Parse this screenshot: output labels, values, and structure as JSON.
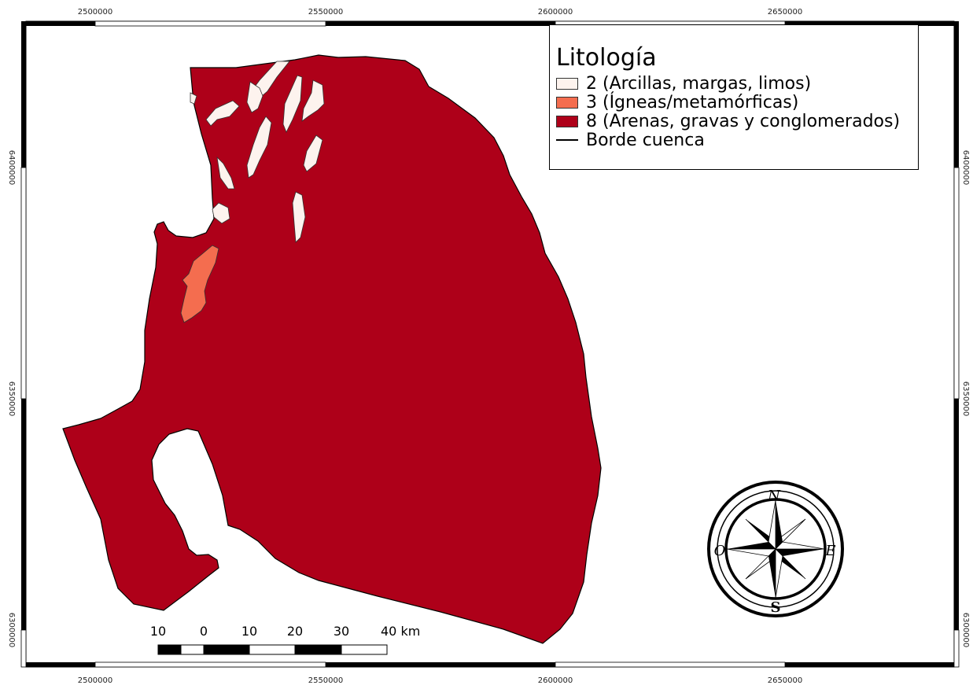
{
  "legend": {
    "title": "Litología",
    "items": [
      {
        "label": "2 (Arcillas, margas, limos)",
        "color": "#fdf3ee"
      },
      {
        "label": "3 (Ígneas/metamórficas)",
        "color": "#f46d4f"
      },
      {
        "label": "8 (Arenas, gravas y conglomerados)",
        "color": "#ae0019"
      },
      {
        "label": "Borde cuenca",
        "color": "#000000"
      }
    ]
  },
  "coordinates": {
    "x_ticks": [
      "2500000",
      "2550000",
      "2600000",
      "2650000"
    ],
    "y_ticks": [
      "6400000",
      "6350000",
      "6300000"
    ]
  },
  "scale_bar": {
    "labels": [
      "10",
      "0",
      "10",
      "20",
      "30",
      "40 km"
    ]
  },
  "compass": {
    "north": "N",
    "south": "S",
    "east": "E",
    "west": "O"
  }
}
